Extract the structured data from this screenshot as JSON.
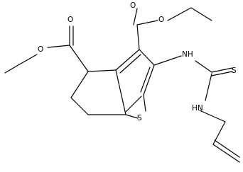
{
  "molecule": {
    "atoms": {
      "o_carbonyl_left": "O",
      "o_ether_left": "O",
      "o_carbonyl_top": "O",
      "o_ether_top": "O",
      "n_top": "NH",
      "n_bottom": "HN",
      "s_ring": "S",
      "s_thione": "S"
    }
  }
}
